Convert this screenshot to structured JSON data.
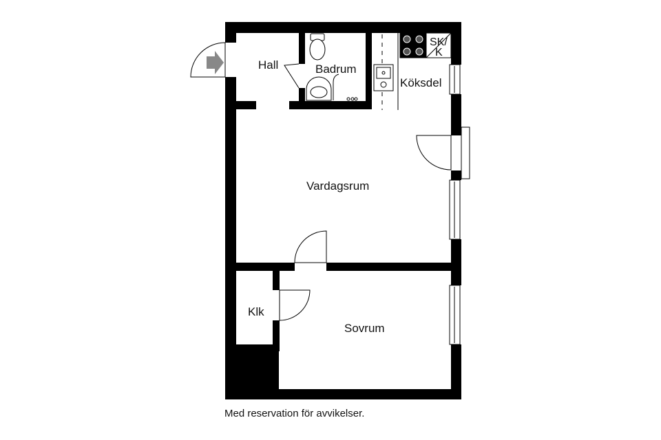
{
  "plan": {
    "rooms": {
      "hall": "Hall",
      "badrum": "Badrum",
      "koksdel": "Köksdel",
      "vardagsrum": "Vardagsrum",
      "klk": "Klk",
      "sovrum": "Sovrum"
    },
    "cabinet_label_top": "SK/",
    "cabinet_label_bottom": "K"
  },
  "footer": {
    "disclaimer": "Med reservation för avvikelser."
  },
  "colors": {
    "wall": "#000000",
    "background": "#ffffff",
    "entrance_arrow": "#888888"
  },
  "icons": [
    "entrance-arrow-icon",
    "toilet-icon",
    "sink-icon",
    "faucet-icon",
    "stove-icon",
    "kitchen-sink-icon"
  ]
}
